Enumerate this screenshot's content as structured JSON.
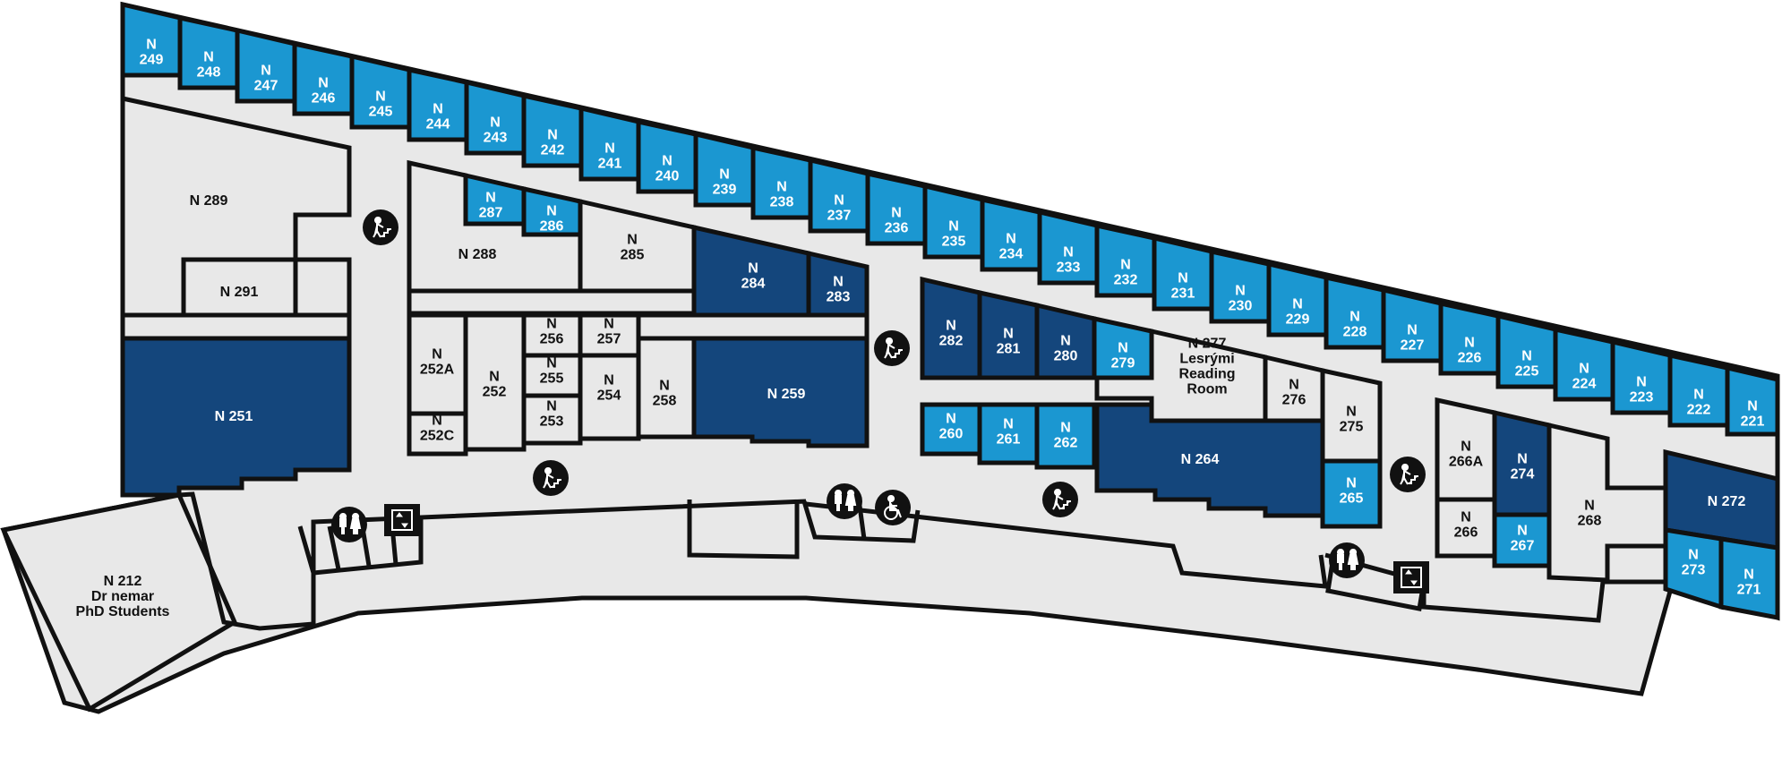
{
  "rooms": {
    "r249": [
      "N",
      "249"
    ],
    "r248": [
      "N",
      "248"
    ],
    "r247": [
      "N",
      "247"
    ],
    "r246": [
      "N",
      "246"
    ],
    "r245": [
      "N",
      "245"
    ],
    "r244": [
      "N",
      "244"
    ],
    "r243": [
      "N",
      "243"
    ],
    "r242": [
      "N",
      "242"
    ],
    "r241": [
      "N",
      "241"
    ],
    "r240": [
      "N",
      "240"
    ],
    "r239": [
      "N",
      "239"
    ],
    "r238": [
      "N",
      "238"
    ],
    "r237": [
      "N",
      "237"
    ],
    "r236": [
      "N",
      "236"
    ],
    "r235": [
      "N",
      "235"
    ],
    "r234": [
      "N",
      "234"
    ],
    "r233": [
      "N",
      "233"
    ],
    "r232": [
      "N",
      "232"
    ],
    "r231": [
      "N",
      "231"
    ],
    "r230": [
      "N",
      "230"
    ],
    "r229": [
      "N",
      "229"
    ],
    "r228": [
      "N",
      "228"
    ],
    "r227": [
      "N",
      "227"
    ],
    "r226": [
      "N",
      "226"
    ],
    "r225": [
      "N",
      "225"
    ],
    "r224": [
      "N",
      "224"
    ],
    "r223": [
      "N",
      "223"
    ],
    "r222": [
      "N",
      "222"
    ],
    "r221": [
      "N",
      "221"
    ],
    "r289": [
      "N 289"
    ],
    "r291": [
      "N 291"
    ],
    "r251": [
      "N 251"
    ],
    "r288": [
      "N 288"
    ],
    "r287": [
      "N",
      "287"
    ],
    "r286": [
      "N",
      "286"
    ],
    "r285": [
      "N",
      "285"
    ],
    "r284": [
      "N",
      "284"
    ],
    "r283": [
      "N",
      "283"
    ],
    "r252A": [
      "N",
      "252A"
    ],
    "r252C": [
      "N",
      "252C"
    ],
    "r252": [
      "N",
      "252"
    ],
    "r256": [
      "N",
      "256"
    ],
    "r257": [
      "N",
      "257"
    ],
    "r255": [
      "N",
      "255"
    ],
    "r253": [
      "N",
      "253"
    ],
    "r254": [
      "N",
      "254"
    ],
    "r258": [
      "N",
      "258"
    ],
    "r259": [
      "N 259"
    ],
    "r282": [
      "N",
      "282"
    ],
    "r281": [
      "N",
      "281"
    ],
    "r280": [
      "N",
      "280"
    ],
    "r279": [
      "N",
      "279"
    ],
    "r277": [
      "N 277",
      "Lesrými",
      "Reading",
      "Room"
    ],
    "r276": [
      "N",
      "276"
    ],
    "r275": [
      "N",
      "275"
    ],
    "r260": [
      "N",
      "260"
    ],
    "r261": [
      "N",
      "261"
    ],
    "r262": [
      "N",
      "262"
    ],
    "r264": [
      "N 264"
    ],
    "r265": [
      "N",
      "265"
    ],
    "r266A": [
      "N",
      "266A"
    ],
    "r266": [
      "N",
      "266"
    ],
    "r274": [
      "N",
      "274"
    ],
    "r267": [
      "N",
      "267"
    ],
    "r268": [
      "N",
      "268"
    ],
    "r272": [
      "N 272"
    ],
    "r273": [
      "N",
      "273"
    ],
    "r271": [
      "N",
      "271"
    ],
    "r212": [
      "N 212",
      "Dr nemar",
      "PhD Students"
    ]
  },
  "icons": [
    {
      "name": "stairs-icon",
      "kind": "stairs"
    },
    {
      "name": "stairs-icon",
      "kind": "stairs"
    },
    {
      "name": "stairs-icon",
      "kind": "stairs"
    },
    {
      "name": "stairs-icon",
      "kind": "stairs"
    },
    {
      "name": "stairs-icon",
      "kind": "stairs"
    },
    {
      "name": "restroom-icon",
      "kind": "restroom"
    },
    {
      "name": "restroom-icon",
      "kind": "restroom"
    },
    {
      "name": "restroom-icon",
      "kind": "restroom"
    },
    {
      "name": "accessible-icon",
      "kind": "accessible"
    },
    {
      "name": "elevator-icon",
      "kind": "elevator"
    },
    {
      "name": "elevator-icon",
      "kind": "elevator"
    }
  ],
  "colors": {
    "room_light": "#1b97d1",
    "room_dark": "#14467c",
    "corridor": "#e8e8e8",
    "wall": "#111111"
  }
}
